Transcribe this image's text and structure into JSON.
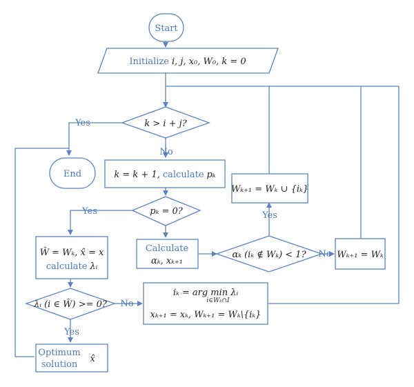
{
  "nodes": {
    "start": "Start",
    "init_label": "Initialize",
    "init_vars": "i, j, x₀, W₀, k = 0",
    "cond_k": "k > i + j?",
    "end": "End",
    "update_k": "k = k + 1,",
    "calc_label": "calculate",
    "calc_p": "pₖ",
    "cond_p": "pₖ = 0?",
    "calc_alpha_label": "Calculate",
    "calc_alpha_vars": "αₖ, xₖ₊₁",
    "cond_alpha": "αₖ (iₖ ∉ Wₖ) < 1?",
    "w_union": "Wₖ₊₁ = Wₖ ∪ {iₖ}",
    "w_keep": "Wₖ₊₁ = Wₖ",
    "set_what": "Ŵ = Wₖ, x̂ = x",
    "calc_lambda_label": "calculate",
    "calc_lambda_var": "λᵢ",
    "cond_lambda": "λᵢ (i ∈ Ŵ) >= 0?",
    "argmin_lhs": "iₖ = arg min λᵢ",
    "argmin_sub": "i∈Wₖ∩I",
    "update_x": "xₖ₊₁ = xₖ, Wₖ₊₁ = Wₖ\\{iₖ}",
    "optimum_line1": "Optimum",
    "optimum_line2": "solution",
    "optimum_var": "x̂"
  },
  "labels": {
    "yes_end": "Yes",
    "no_k": "No",
    "yes_p": "Yes",
    "yes_alpha": "Yes",
    "no_alpha": "No",
    "no_lambda": "No",
    "yes_lambda": "Yes"
  },
  "colors": {
    "stroke": "#5b84be",
    "accent_text": "#4a78b8",
    "text": "#222222"
  }
}
